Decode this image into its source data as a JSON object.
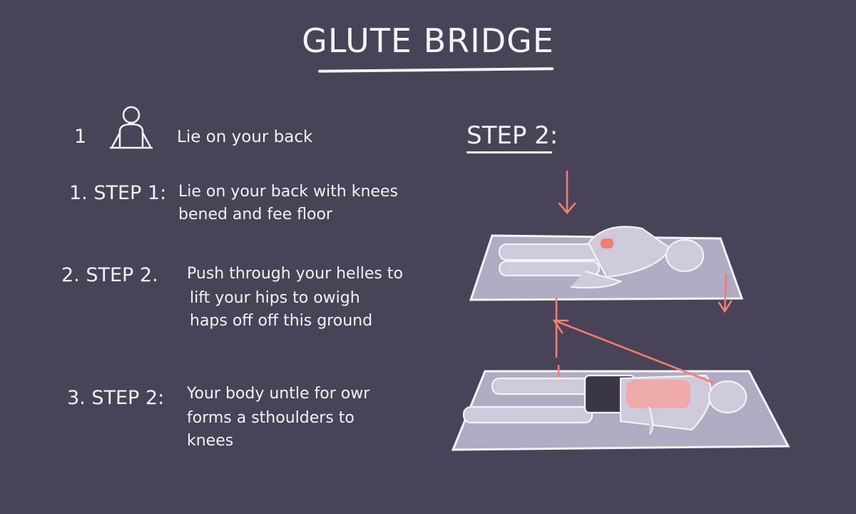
{
  "title": "GLUTE BRIDGE",
  "intro": {
    "number": "1",
    "text": "Lie on your back",
    "icon": "person-icon"
  },
  "steps": [
    {
      "number": "1. STEP 1:",
      "text_lines": [
        "Lie on your back with knees",
        "bened and fee floor"
      ]
    },
    {
      "number": "2. STEP 2.",
      "text_lines": [
        "Push through your helles to",
        "lift your  hips to owigh",
        "haps off off this ground"
      ]
    },
    {
      "number": "3. STEP 2:",
      "text_lines": [
        "Your body untle for owr",
        "forms a sthoulders to",
        "knees"
      ]
    }
  ],
  "illustration": {
    "heading": "STEP 2:"
  },
  "colors": {
    "background": "#4a4257",
    "ink": "#f4f1f7",
    "accent": "#ef7f74",
    "mat": "#b2aac3"
  }
}
